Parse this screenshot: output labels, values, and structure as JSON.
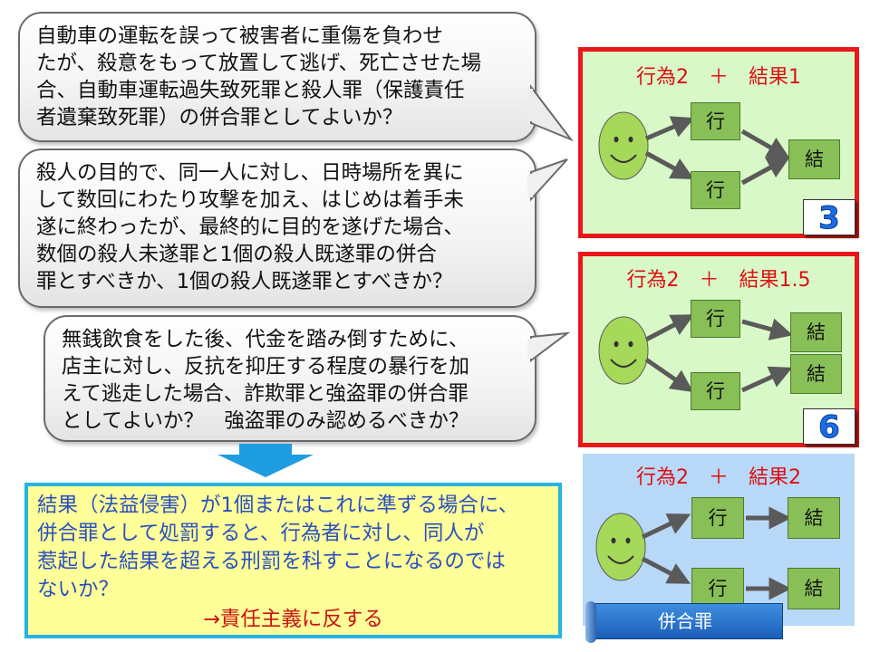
{
  "bubbles": [
    {
      "lines": [
        "自動車の運転を誤って被害者に重傷を負わせ",
        "たが、殺意をもって放置して逃げ、死亡させた場",
        "合、自動車運転過失致死罪と殺人罪（保護責任",
        "者遺棄致死罪）の併合罪としてよいか？"
      ]
    },
    {
      "lines": [
        "殺人の目的で、同一人に対し、日時場所を異に",
        "して数回にわたり攻撃を加え、はじめは着手未",
        "遂に終わったが、最終的に目的を遂げた場合、",
        "数個の殺人未遂罪と1個の殺人既遂罪の併合",
        "罪とすべきか、1個の殺人既遂罪とすべきか？"
      ]
    },
    {
      "lines": [
        "無銭飲食をした後、代金を踏み倒すために、",
        "店主に対し、反抗を抑圧する程度の暴行を加",
        "えて逃走した場合、詐欺罪と強盗罪の併合罪",
        "としてよいか？　強盗罪のみ認めるべきか？"
      ]
    }
  ],
  "conclusion": {
    "lines": [
      "結果（法益侵害）が1個またはこれに準ずる場合に、",
      "併合罪として処罰すると、行為者に対し、同人が",
      "惹起した結果を超える刑罰を科すことになるのでは",
      "ないか？"
    ],
    "summary": "→責任主義に反する"
  },
  "panels": [
    {
      "title": "行為2　＋　結果1",
      "act_label": "行",
      "result_label": "結",
      "badge": "3"
    },
    {
      "title": "行為2　＋　結果1.5",
      "act_label": "行",
      "result_label": "結",
      "badge": "6"
    },
    {
      "title": "行為2　＋　結果2",
      "act_label": "行",
      "result_label": "結",
      "tag": "併合罪"
    }
  ],
  "colors": {
    "panel_border": "#e81818",
    "panel_bg_green": "#d9f8c8",
    "panel_bg_blue": "#b8d8f8",
    "title_red": "#dd1010",
    "box_green": "#88c057",
    "arrow_gray": "#5a5a5a",
    "badge_blue": "#1a6de8",
    "conclusion_bg": "#ffff99",
    "conclusion_border": "#27b3e3",
    "conclusion_text": "#2a4fc0",
    "down_arrow": "#1e9ee0"
  }
}
